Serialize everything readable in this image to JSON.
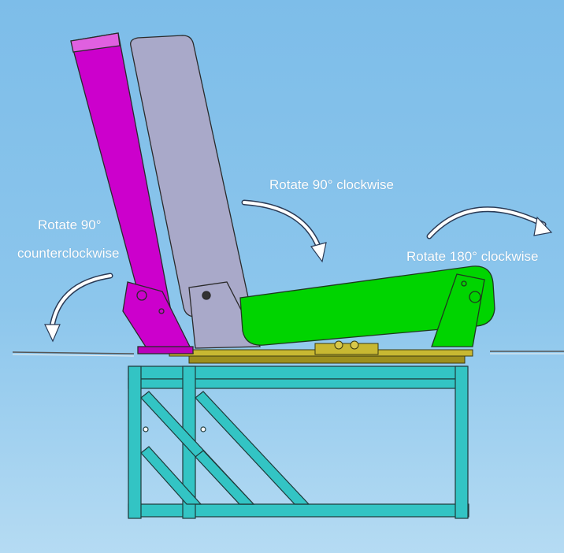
{
  "annotations": {
    "rotate_counterclockwise_line1": "Rotate 90°",
    "rotate_counterclockwise_line2": "counterclockwise",
    "rotate_90_clockwise": "Rotate 90° clockwise",
    "rotate_180_clockwise": "Rotate 180° clockwise"
  },
  "colors": {
    "background": "#7dbde9",
    "backrest_rotated": "#cc00cc",
    "backrest": "#a9a9c9",
    "seat_cushion": "#00d400",
    "frame": "#33c4c4",
    "rail": "#c8b832",
    "arrow": "#ffffff"
  }
}
